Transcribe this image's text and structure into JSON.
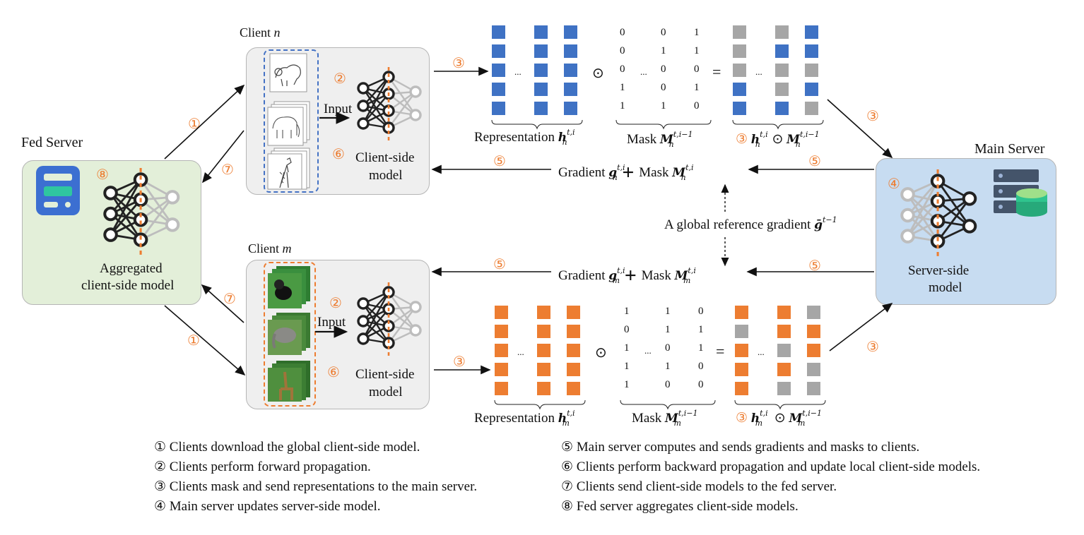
{
  "labels": {
    "client_n": "Client",
    "client_n_var": "n",
    "client_m": "Client",
    "client_m_var": "m",
    "fed_server": "Fed Server",
    "main_server": "Main Server",
    "input": "Input",
    "client_side_model_1": "Client-side",
    "client_side_model_2": "model",
    "aggregated_1": "Aggregated",
    "aggregated_2": "client-side model",
    "server_side_1": "Server-side",
    "server_side_2": "model",
    "representation": "Representation",
    "mask": "Mask",
    "gradient": "Gradient",
    "global_ref": "A global reference gradient",
    "ellipsis": "...",
    "odot": "⊙",
    "equals": "=",
    "plus": "+"
  },
  "math": {
    "h": "h",
    "M": "M",
    "g": "g",
    "gbar": "ḡ",
    "sup_ti": "t,i",
    "sup_ti1": "t,i−1",
    "sup_t1": "t−1",
    "n": "n",
    "m": "m"
  },
  "steps": {
    "s1": "①",
    "s2": "②",
    "s3": "③",
    "s4": "④",
    "s5": "⑤",
    "s6": "⑥",
    "s7": "⑦",
    "s8": "⑧"
  },
  "mask_n": [
    [
      "0",
      "0",
      "1"
    ],
    [
      "0",
      "1",
      "1"
    ],
    [
      "0",
      "0",
      "0"
    ],
    [
      "1",
      "0",
      "1"
    ],
    [
      "1",
      "1",
      "0"
    ]
  ],
  "mask_m": [
    [
      "1",
      "1",
      "0"
    ],
    [
      "0",
      "1",
      "1"
    ],
    [
      "1",
      "0",
      "1"
    ],
    [
      "1",
      "1",
      "0"
    ],
    [
      "1",
      "0",
      "0"
    ]
  ],
  "legend": [
    "① Clients download the global client-side model.",
    "② Clients perform forward propagation.",
    "③ Clients mask and send representations to the main server.",
    "④ Main server updates server-side model.",
    "⑤ Main server computes and sends gradients and masks to clients.",
    "⑥ Clients perform backward propagation and update local client-side models.",
    "⑦ Clients send client-side models to the fed server.",
    "⑧ Fed server aggregates client-side models."
  ],
  "colors": {
    "orange": "#ED7D31",
    "blue": "#3F72C4",
    "gray": "#A6A6A6",
    "fed_bg": "#E3EFD9",
    "main_bg": "#C7DCF1",
    "client_bg": "#EFEFEF"
  }
}
